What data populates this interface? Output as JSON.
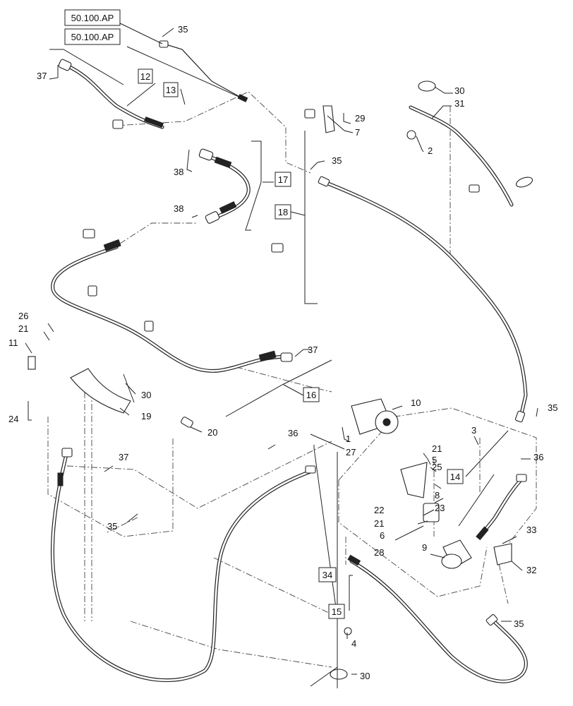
{
  "references": [
    "50.100.AP",
    "50.100.AP"
  ],
  "callouts": {
    "c1": "1",
    "c2": "2",
    "c3": "3",
    "c4": "4",
    "c5": "5",
    "c6": "6",
    "c7": "7",
    "c8": "8",
    "c9": "9",
    "c10": "10",
    "c11": "11",
    "c12": "12",
    "c13": "13",
    "c14": "14",
    "c15": "15",
    "c16": "16",
    "c17": "17",
    "c18": "18",
    "c19": "19",
    "c20": "20",
    "c21": "21",
    "c22": "22",
    "c23": "23",
    "c24": "24",
    "c25": "25",
    "c26": "26",
    "c27": "27",
    "c28": "28",
    "c29": "29",
    "c30": "30",
    "c31": "31",
    "c32": "32",
    "c33": "33",
    "c34": "34",
    "c35": "35",
    "c36": "36",
    "c37": "37",
    "c38": "38"
  }
}
